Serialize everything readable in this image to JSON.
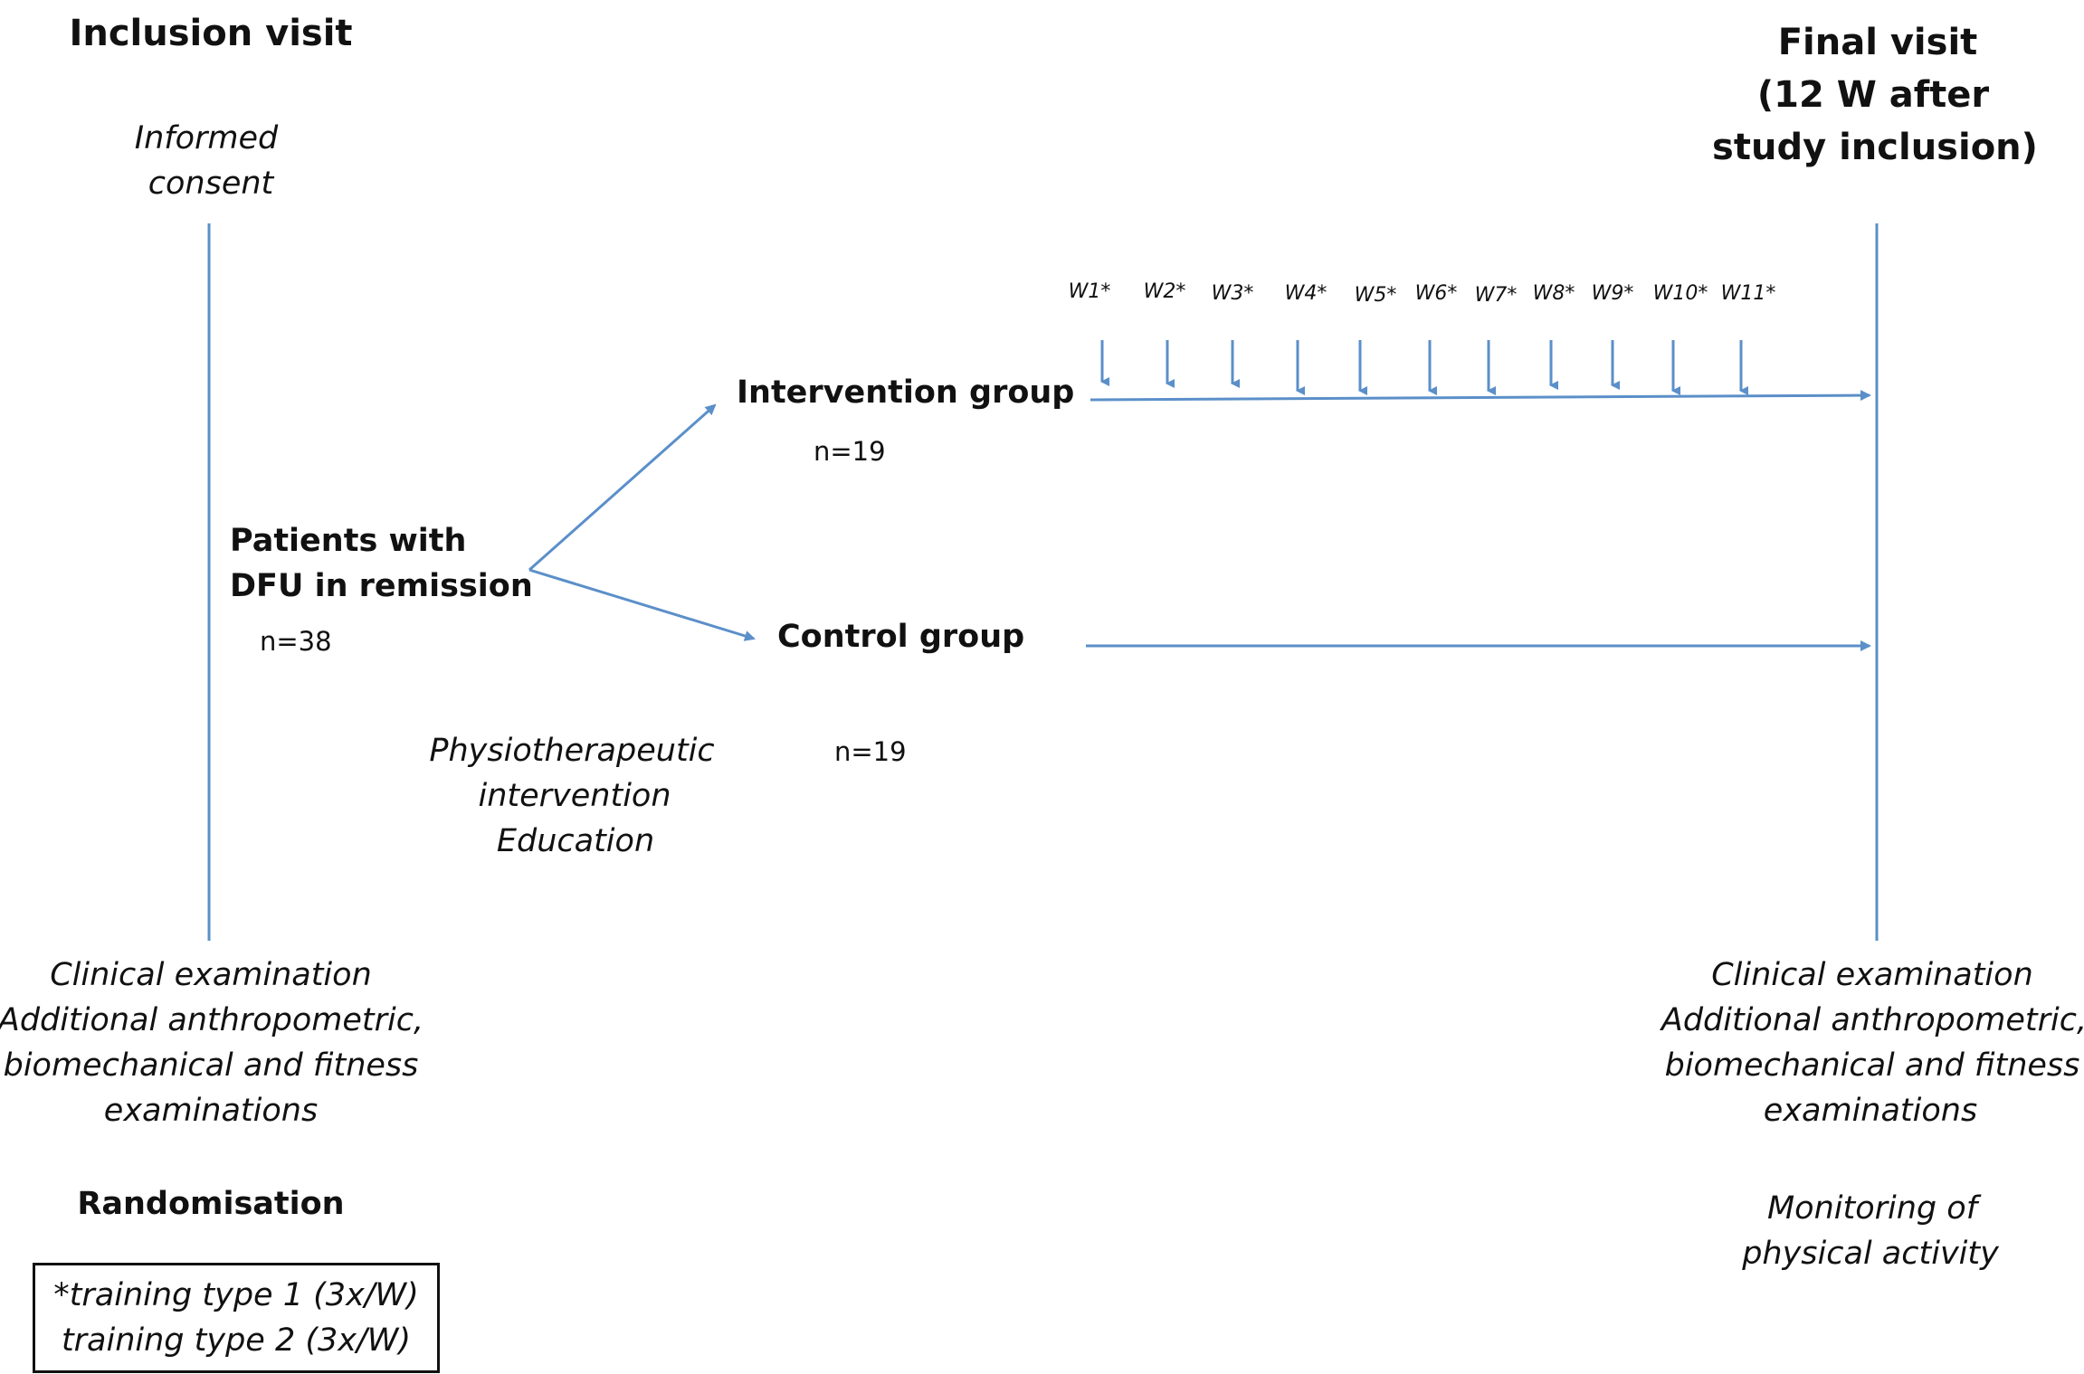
{
  "inclusion": {
    "title": "Inclusion visit",
    "consent_line1": "Informed",
    "consent_line2": "consent",
    "exam_lines": [
      "Clinical examination",
      "Additional anthropometric,",
      "biomechanical and fitness",
      "examinations"
    ],
    "randomisation": "Randomisation"
  },
  "final": {
    "title_lines": [
      "Final visit",
      "(12 W after",
      "study inclusion)"
    ],
    "exam_lines": [
      "Clinical examination",
      "Additional anthropometric,",
      "biomechanical and fitness",
      "examinations"
    ],
    "monitoring_lines": [
      "Monitoring of",
      "physical activity"
    ]
  },
  "patients": {
    "line1": "Patients with",
    "line2": "DFU in remission",
    "n": "n=38"
  },
  "intervention": {
    "label": "Intervention group",
    "n": "n=19"
  },
  "control": {
    "label": "Control group",
    "n": "n=19"
  },
  "physio_lines": [
    "Physiotherapeutic",
    "intervention",
    "Education"
  ],
  "weeks": [
    "W1*",
    "W2*",
    "W3*",
    "W4*",
    "W5*",
    "W6*",
    "W7*",
    "W8*",
    "W9*",
    "W10*",
    "W11*"
  ],
  "legend_lines": [
    "*training type 1 (3x/W)",
    "training type 2 (3x/W)"
  ],
  "colors": {
    "line": "#5b8fc9",
    "text": "#111111"
  }
}
